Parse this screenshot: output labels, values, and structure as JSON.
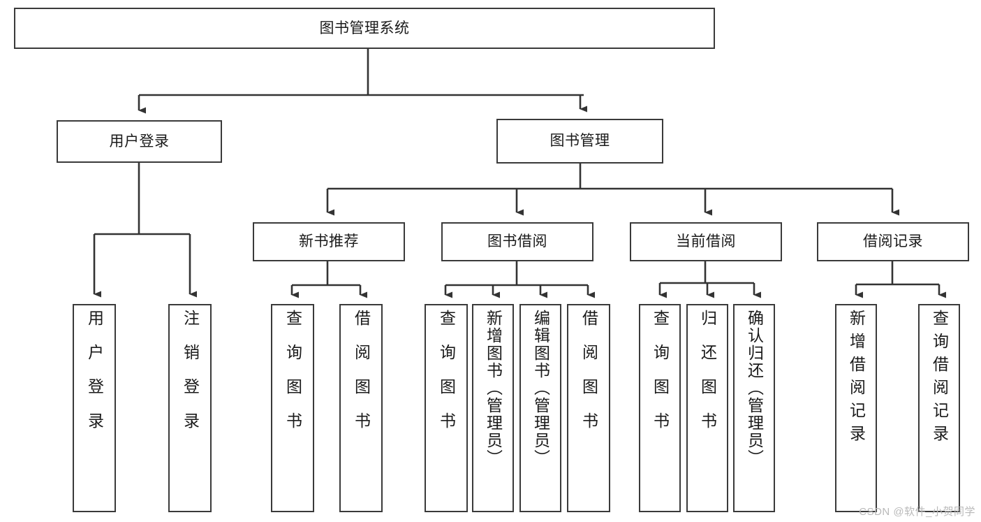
{
  "diagram": {
    "title": "图书管理系统",
    "type": "tree-hierarchy-diagram",
    "colors": {
      "box_border": "#3a3a3a",
      "box_fill": "#ffffff",
      "edge": "#333333",
      "text": "#1a1a1a",
      "watermark": "#b9b9b9",
      "background": "#ffffff"
    },
    "nodes": {
      "root": "图书管理系统",
      "level2": {
        "user_login": "用户登录",
        "book_manage": "图书管理"
      },
      "level3": {
        "new_book_rec": "新书推荐",
        "book_borrow": "图书借阅",
        "current_borrow": "当前借阅",
        "borrow_record": "借阅记录"
      },
      "leaves": {
        "user_login_1": "用户登录",
        "user_login_2": "注销登录",
        "new_book_1": "查询图书",
        "new_book_2": "借阅图书",
        "borrow_1": "查询图书",
        "borrow_2": "新增图书（管理员）",
        "borrow_3": "编辑图书（管理员）",
        "borrow_4": "借阅图书",
        "current_1": "查询图书",
        "current_2": "归还图书",
        "current_3": "确认归还（管理员）",
        "record_1": "新增借阅记录",
        "record_2": "查询借阅记录"
      }
    }
  },
  "watermark": {
    "text": "CSDN @软件_小贺同学"
  }
}
